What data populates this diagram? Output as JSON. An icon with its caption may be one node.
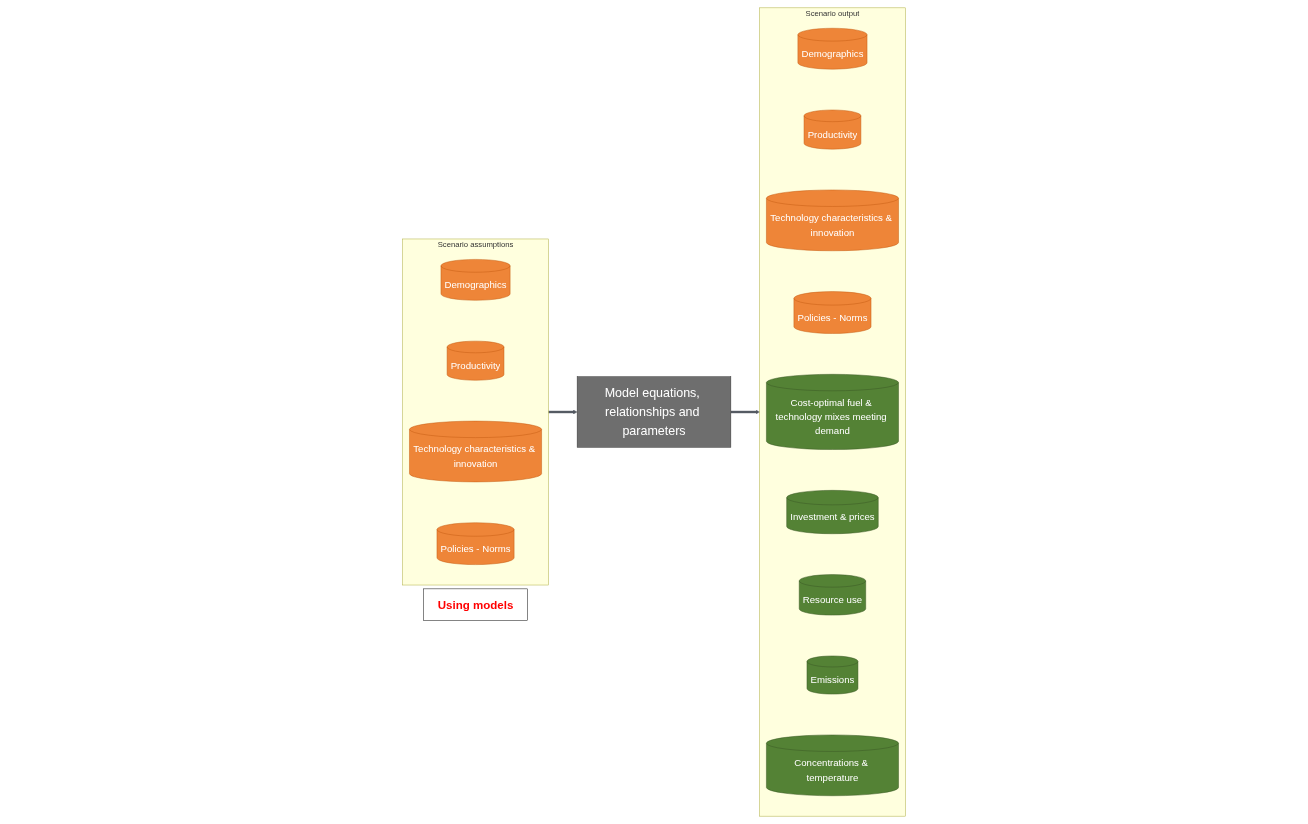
{
  "diagram": {
    "nodes": [
      {
        "text": [
          "Scenario assumptions"
        ]
      },
      {
        "text": [
          "Demographics"
        ],
        "in": 0
      },
      {
        "text": [
          "Productivity"
        ],
        "in": 0
      },
      {
        "text": [
          "Technology characteristics & innovation"
        ],
        "in": 0
      },
      {
        "text": [
          "Policies - Norms"
        ],
        "in": 0
      },
      {
        "text": [
          "Model equations, relationships and parameters"
        ]
      },
      {
        "text": [
          "Scenario output"
        ]
      },
      {
        "text": [
          "Demographics"
        ],
        "in": 6
      },
      {
        "text": [
          "Productivity"
        ],
        "in": 6
      },
      {
        "text": [
          "Technology characteristics & innovation"
        ],
        "in": 6
      },
      {
        "text": [
          "Policies - Norms"
        ],
        "in": 6
      },
      {
        "text": [
          "Cost-optimal fuel & technology mixes meeting demand"
        ],
        "in": 6
      },
      {
        "text": [
          "Investment & prices"
        ],
        "in": 6
      },
      {
        "text": [
          "Resource use"
        ],
        "in": 6
      },
      {
        "text": [
          "Emissions"
        ],
        "in": 6
      },
      {
        "text": [
          "Concentrations & temperature"
        ],
        "in": 6
      },
      {
        "text": [
          "Using models"
        ]
      }
    ],
    "edges": [
      {
        "from": 0,
        "to": 5,
        "arrow": "to"
      },
      {
        "from": 5,
        "to": 6,
        "arrow": "to"
      }
    ]
  }
}
